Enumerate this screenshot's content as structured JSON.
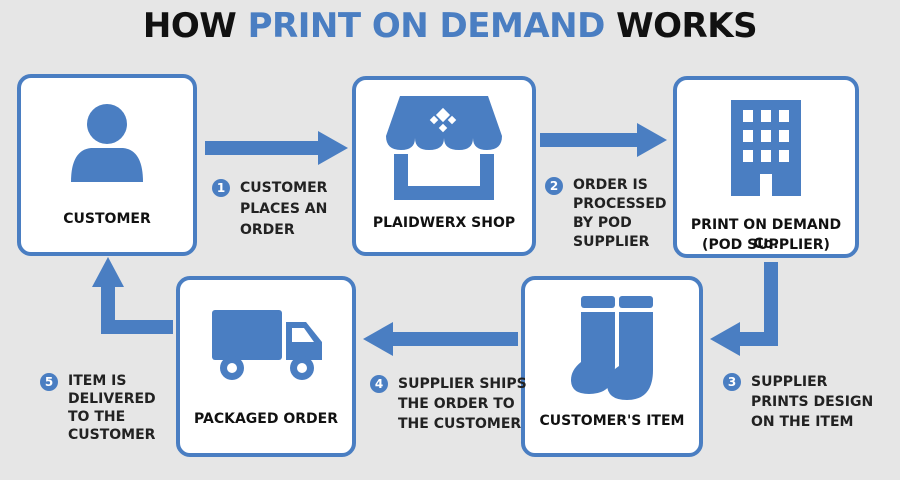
{
  "title": {
    "pre": "HOW ",
    "accent": "PRINT ON DEMAND",
    "post": " WORKS"
  },
  "nodes": {
    "customer": "CUSTOMER",
    "shop": "PLAIDWERX SHOP",
    "pod_line1": "PRINT ON DEMAND Co.",
    "pod_line2": "(POD SUPPLIER)",
    "item": "CUSTOMER'S ITEM",
    "packaged": "PACKAGED ORDER"
  },
  "steps": [
    {
      "number": "1",
      "text": "CUSTOMER\nPLACES AN\nORDER"
    },
    {
      "number": "2",
      "text": "ORDER IS\nPROCESSED\nBY POD\nSUPPLIER"
    },
    {
      "number": "3",
      "text": "SUPPLIER\nPRINTS DESIGN\nON THE ITEM"
    },
    {
      "number": "4",
      "text": "SUPPLIER SHIPS\nTHE ORDER TO\nTHE CUSTOMER"
    },
    {
      "number": "5",
      "text": "ITEM IS\nDELIVERED\nTO THE\nCUSTOMER"
    }
  ],
  "colors": {
    "accent": "#4a7ec2",
    "background": "#e6e6e6",
    "box_fill": "#ffffff"
  },
  "icons": {
    "customer": "person-icon",
    "shop": "storefront-icon",
    "pod": "building-icon",
    "item": "socks-icon",
    "packaged": "delivery-truck-icon"
  }
}
